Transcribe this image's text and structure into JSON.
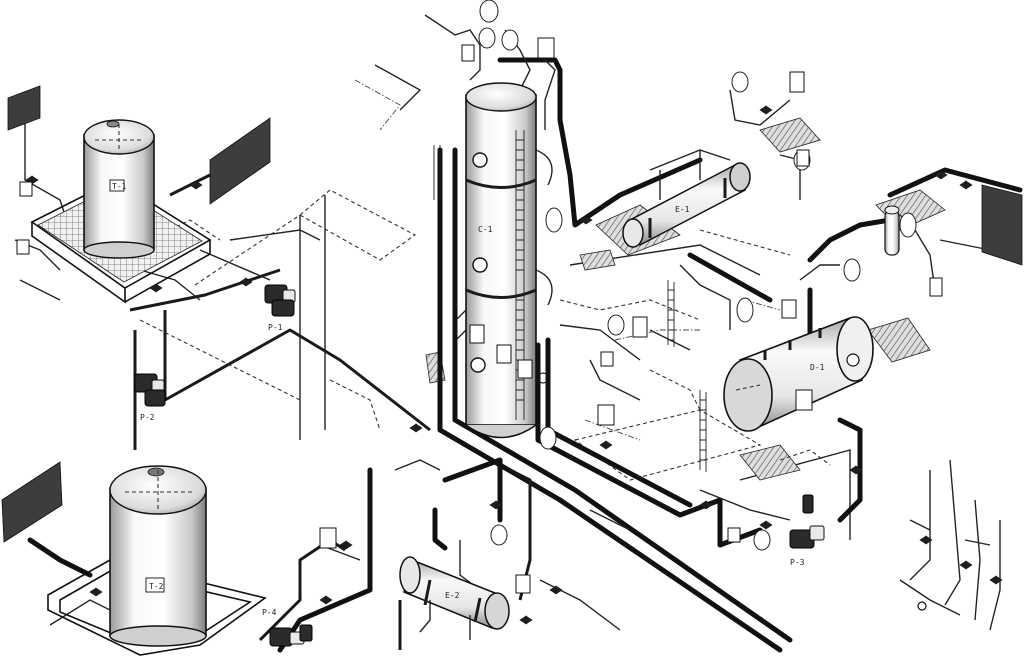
{
  "drawing": {
    "description_visible_text": "",
    "labels": {
      "dark_label_1": "",
      "dark_label_2": "",
      "dark_label_3": "",
      "dark_label_4": ""
    }
  },
  "equipment": {
    "tank_upper": {
      "tag": "T-1"
    },
    "tank_lower": {
      "tag": "T-2"
    },
    "column": {
      "tag": "C-1"
    },
    "exchanger_upper": {
      "tag": "E-1"
    },
    "exchanger_lower": {
      "tag": "E-2"
    },
    "drum": {
      "tag": "D-1"
    },
    "pump_1": {
      "tag": "P-1"
    },
    "pump_2": {
      "tag": "P-2"
    },
    "pump_3": {
      "tag": "P-3"
    },
    "pump_4": {
      "tag": "P-4"
    }
  },
  "instruments": {
    "bubble_labels": [
      "",
      "",
      "",
      "",
      "",
      "",
      "",
      "",
      "",
      "",
      "",
      "",
      ""
    ]
  },
  "colors": {
    "line": "#111111",
    "vessel_light": "#f4f4f4",
    "vessel_shade": "#b8b8b8",
    "label_dark": "#3d3d3d",
    "background": "#ffffff"
  },
  "icons": [
    "tank-icon",
    "column-icon",
    "heat-exchanger-icon",
    "drum-icon",
    "pump-icon",
    "valve-icon",
    "instrument-bubble-icon",
    "ladder-icon",
    "platform-icon"
  ]
}
